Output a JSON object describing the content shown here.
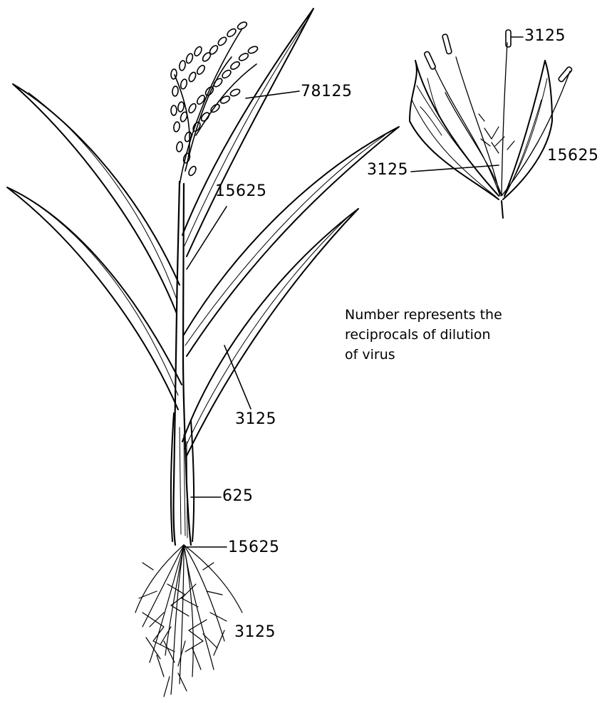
{
  "labels": {
    "panicle_top": "78125",
    "flag_leaf": "15625",
    "lower_leaf": "3125",
    "leaf_sheath": "625",
    "crown": "15625",
    "roots": "3125",
    "spikelet_stigma": "3125",
    "spikelet_anther": "3125",
    "spikelet_glume": "15625"
  },
  "note": "Number represents the\nreciprocals of dilution\nof virus"
}
